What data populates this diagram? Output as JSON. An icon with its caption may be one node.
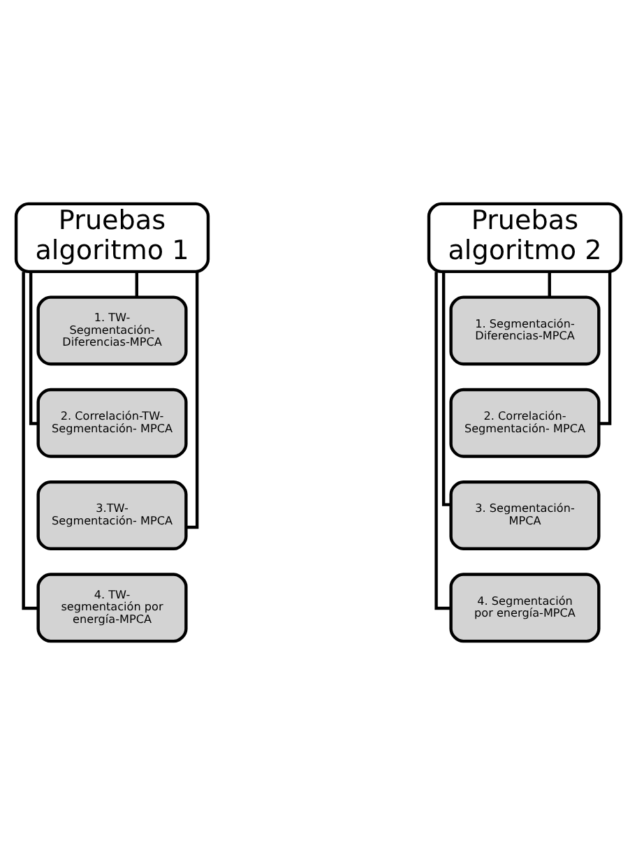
{
  "diagram": {
    "nodes": [
      {
        "text": [
          "Pruebas algoritmo 1"
        ]
      },
      {
        "text": [
          "1. TW- Segmentación- Diferencias-MPCA"
        ]
      },
      {
        "text": [
          "2. Correlación-TW- Segmentación- MPCA"
        ]
      },
      {
        "text": [
          "3.TW- Segmentación- MPCA"
        ]
      },
      {
        "text": [
          "4. TW- segmentación por energía-MPCA"
        ]
      },
      {
        "text": [
          "Pruebas algoritmo 2"
        ]
      },
      {
        "text": [
          "1. Segmentación- Diferencias-MPCA"
        ]
      },
      {
        "text": [
          "2. Correlación- Segmentación- MPCA"
        ]
      },
      {
        "text": [
          "3. Segmentación- MPCA"
        ]
      },
      {
        "text": [
          "4. Segmentación por energía-MPCA"
        ]
      }
    ],
    "edges": [
      {
        "from": 0,
        "to": 1,
        "arrow": "none"
      },
      {
        "from": 0,
        "to": 2,
        "arrow": "none"
      },
      {
        "from": 0,
        "to": 3,
        "arrow": "none"
      },
      {
        "from": 0,
        "to": 4,
        "arrow": "none"
      },
      {
        "from": 5,
        "to": 6,
        "arrow": "none"
      },
      {
        "from": 5,
        "to": 7,
        "arrow": "none"
      },
      {
        "from": 5,
        "to": 8,
        "arrow": "none"
      },
      {
        "from": 5,
        "to": 9,
        "arrow": "none"
      }
    ]
  }
}
